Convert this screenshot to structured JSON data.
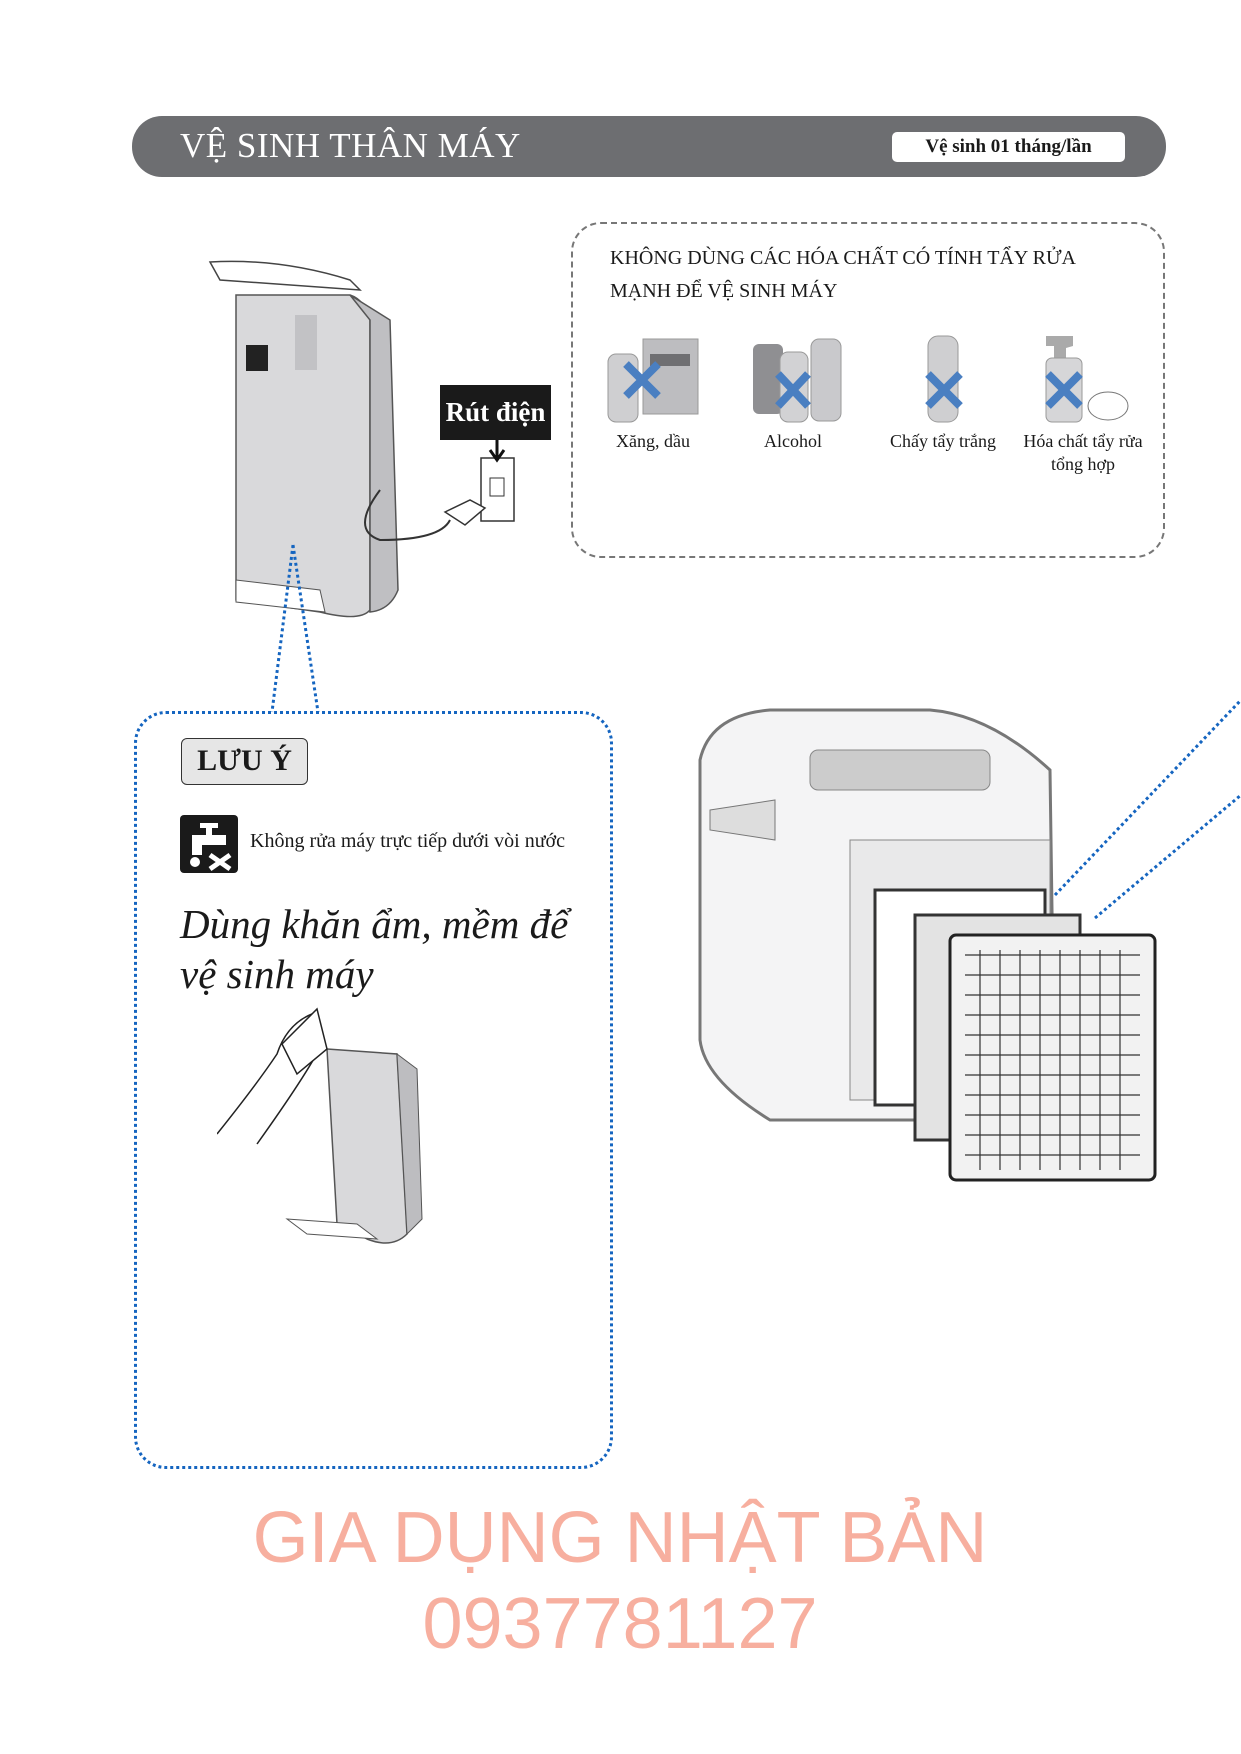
{
  "header": {
    "title": "VỆ SINH THÂN MÁY",
    "frequency_badge": "Vệ sinh 01 tháng/lần"
  },
  "unplug_label": "Rút điện",
  "chemicals": {
    "title": "KHÔNG DÙNG CÁC HÓA CHẤT CÓ TÍNH TẨY RỬA MẠNH ĐỂ VỆ SINH MÁY",
    "items": [
      {
        "label": "Xăng, dầu",
        "icon": "benzine-thinner-cans-crossed-icon"
      },
      {
        "label": "Alcohol",
        "icon": "alcohol-bottles-crossed-icon"
      },
      {
        "label": "Chấy tẩy trắng",
        "icon": "bleach-bottle-crossed-icon"
      },
      {
        "label": "Hóa chất tẩy rửa tổng hợp",
        "icon": "spray-detergent-crossed-icon"
      }
    ],
    "cross_color": "#4a7fc1"
  },
  "note": {
    "badge": "LƯU Ý",
    "warning_text": "Không rửa máy trực tiếp dưới vòi nước",
    "instruction": "Dùng khăn ẩm, mềm để vệ sinh máy"
  },
  "watermark": {
    "line1": "GIA DỤNG NHẬT BẢN",
    "line2": "0937781127"
  },
  "colors": {
    "header_bg": "#6d6e71",
    "dotted_callout": "#1565c0"
  }
}
